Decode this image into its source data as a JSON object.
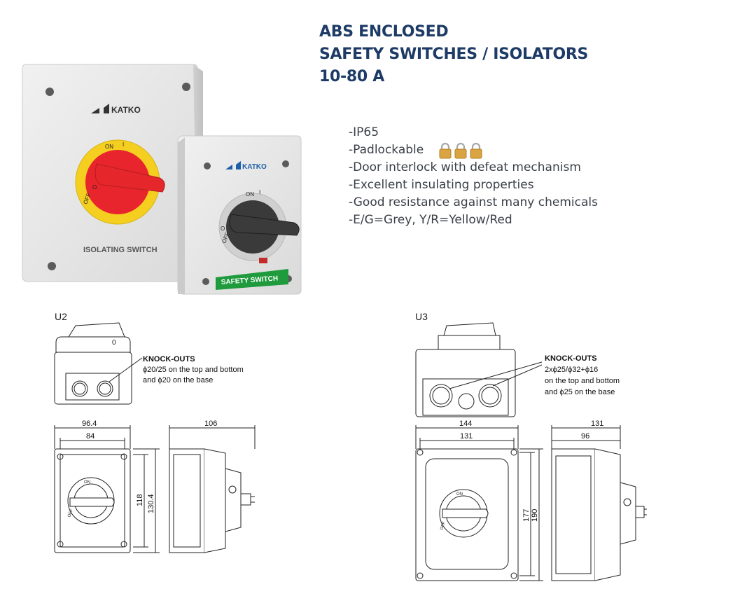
{
  "header": {
    "title_lines": [
      "ABS ENCLOSED",
      "SAFETY SWITCHES / ISOLATORS",
      "10-80 A"
    ]
  },
  "features": [
    "-IP65",
    "-Padlockable",
    "-Door interlock with defeat mechanism",
    "-Excellent insulating properties",
    "-Good resistance against many chemicals",
    "-E/G=Grey, Y/R=Yellow/Red"
  ],
  "photo": {
    "large_unit": {
      "brand": "KATKO",
      "label": "ISOLATING SWITCH",
      "handle_on": "ON",
      "handle_on_mark": "I",
      "handle_off": "OFF",
      "handle_off_mark": "O"
    },
    "small_unit": {
      "brand": "KATKO",
      "label": "SAFETY SWITCH",
      "handle_on": "ON",
      "handle_on_mark": "I",
      "handle_off": "OFF",
      "handle_off_mark": "O"
    }
  },
  "drawings": {
    "u2": {
      "name": "U2",
      "top_view_mark": "0",
      "knockouts": {
        "title": "KNOCK-OUTS",
        "lines": [
          "ϕ20/25 on the top and bottom",
          "and ϕ20 on the base"
        ]
      },
      "dims": {
        "outer_width": "96.4",
        "inner_width": "84",
        "side_depth": "106",
        "height_inner": "118",
        "height_outer": "130.4"
      },
      "handle_on": "ON",
      "handle_off": "OFF"
    },
    "u3": {
      "name": "U3",
      "knockouts": {
        "title": "KNOCK-OUTS",
        "lines": [
          "2xϕ25/ϕ32+ϕ16",
          "on the top and bottom",
          "and ϕ25 on the base"
        ]
      },
      "dims": {
        "outer_width": "144",
        "inner_width": "131",
        "side_depth": "131",
        "side_inner": "96",
        "height_inner": "177",
        "height_outer": "190"
      },
      "handle_on": "ON",
      "handle_off": "OFF"
    }
  },
  "colors": {
    "title": "#1d3b66",
    "feature_text": "#3a3f47",
    "enclosure_grey": "#e3e4e3",
    "handle_red": "#d8251f",
    "collar_yellow": "#f4cf1f",
    "handle_black": "#333333",
    "label_green": "#1f9a3c",
    "brand_blue": "#1e5fa8",
    "padlock_gold": "#d9a441"
  }
}
